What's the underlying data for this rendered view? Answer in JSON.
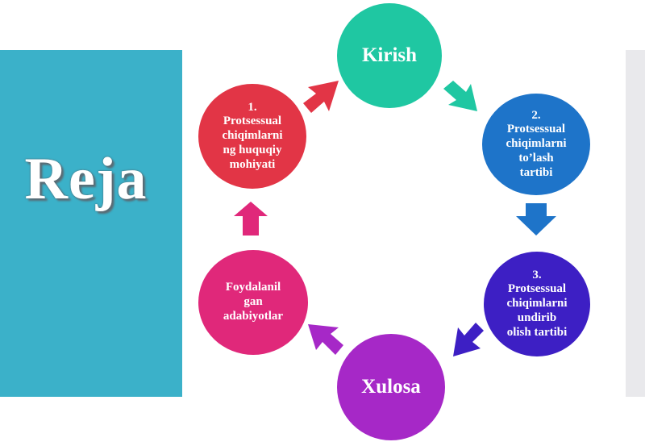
{
  "title": "Reja",
  "nodes": {
    "kirish": {
      "label": "Kirish",
      "color": "#1fc7a2"
    },
    "item2": {
      "lines": [
        "2.",
        "Protsessual",
        "chiqimlarni",
        "to’lash",
        "tartibi"
      ],
      "color": "#1e74c9"
    },
    "item3": {
      "lines": [
        "3.",
        "Protsessual",
        "chiqimlarni",
        "undirib",
        "olish tartibi"
      ],
      "color": "#3d1fc4"
    },
    "xulosa": {
      "label": "Xulosa",
      "color": "#a628c7"
    },
    "adabiyotlar": {
      "lines": [
        "Foydalanil",
        "gan",
        "adabiyotlar"
      ],
      "color": "#e0287a"
    },
    "item1": {
      "lines": [
        "1.",
        "Protsessual",
        "chiqimlarni",
        "ng huquqiy",
        "mohiyati"
      ],
      "color": "#e23546"
    }
  },
  "colors": {
    "left_panel": "#3bb1c9",
    "right_panel": "#e9e9ec",
    "arrow_1_to_kirish": "#e23546",
    "arrow_kirish_to_2": "#1fc7a2",
    "arrow_2_to_3": "#1e74c9",
    "arrow_3_to_xulosa": "#3d1fc4",
    "arrow_xulosa_to_adabiyot": "#a628c7",
    "arrow_adabiyot_to_1": "#e0287a"
  }
}
